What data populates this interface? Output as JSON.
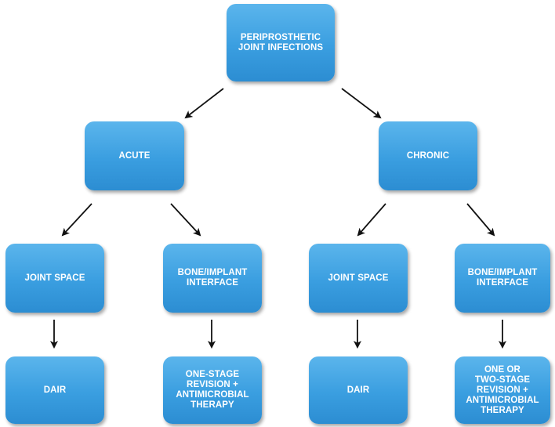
{
  "nodes": {
    "root": "PERIPROSTHETIC\nJOINT INFECTIONS",
    "acute": "ACUTE",
    "chronic": "CHRONIC",
    "acute_joint": "JOINT SPACE",
    "acute_bone": "BONE/IMPLANT\nINTERFACE",
    "chronic_joint": "JOINT SPACE",
    "chronic_bone": "BONE/IMPLANT\nINTERFACE",
    "acute_joint_tx": "DAIR",
    "acute_bone_tx": "ONE-STAGE\nREVISION +\nANTIMICROBIAL\nTHERAPY",
    "chronic_joint_tx": "DAIR",
    "chronic_bone_tx": "ONE OR\nTWO-STAGE\nREVISION +\nANTIMICROBIAL\nTHERAPY"
  },
  "colors": {
    "box_top": "#5bb5ec",
    "box_bottom": "#2c8dd2",
    "text": "#ffffff",
    "arrow": "#111111"
  }
}
